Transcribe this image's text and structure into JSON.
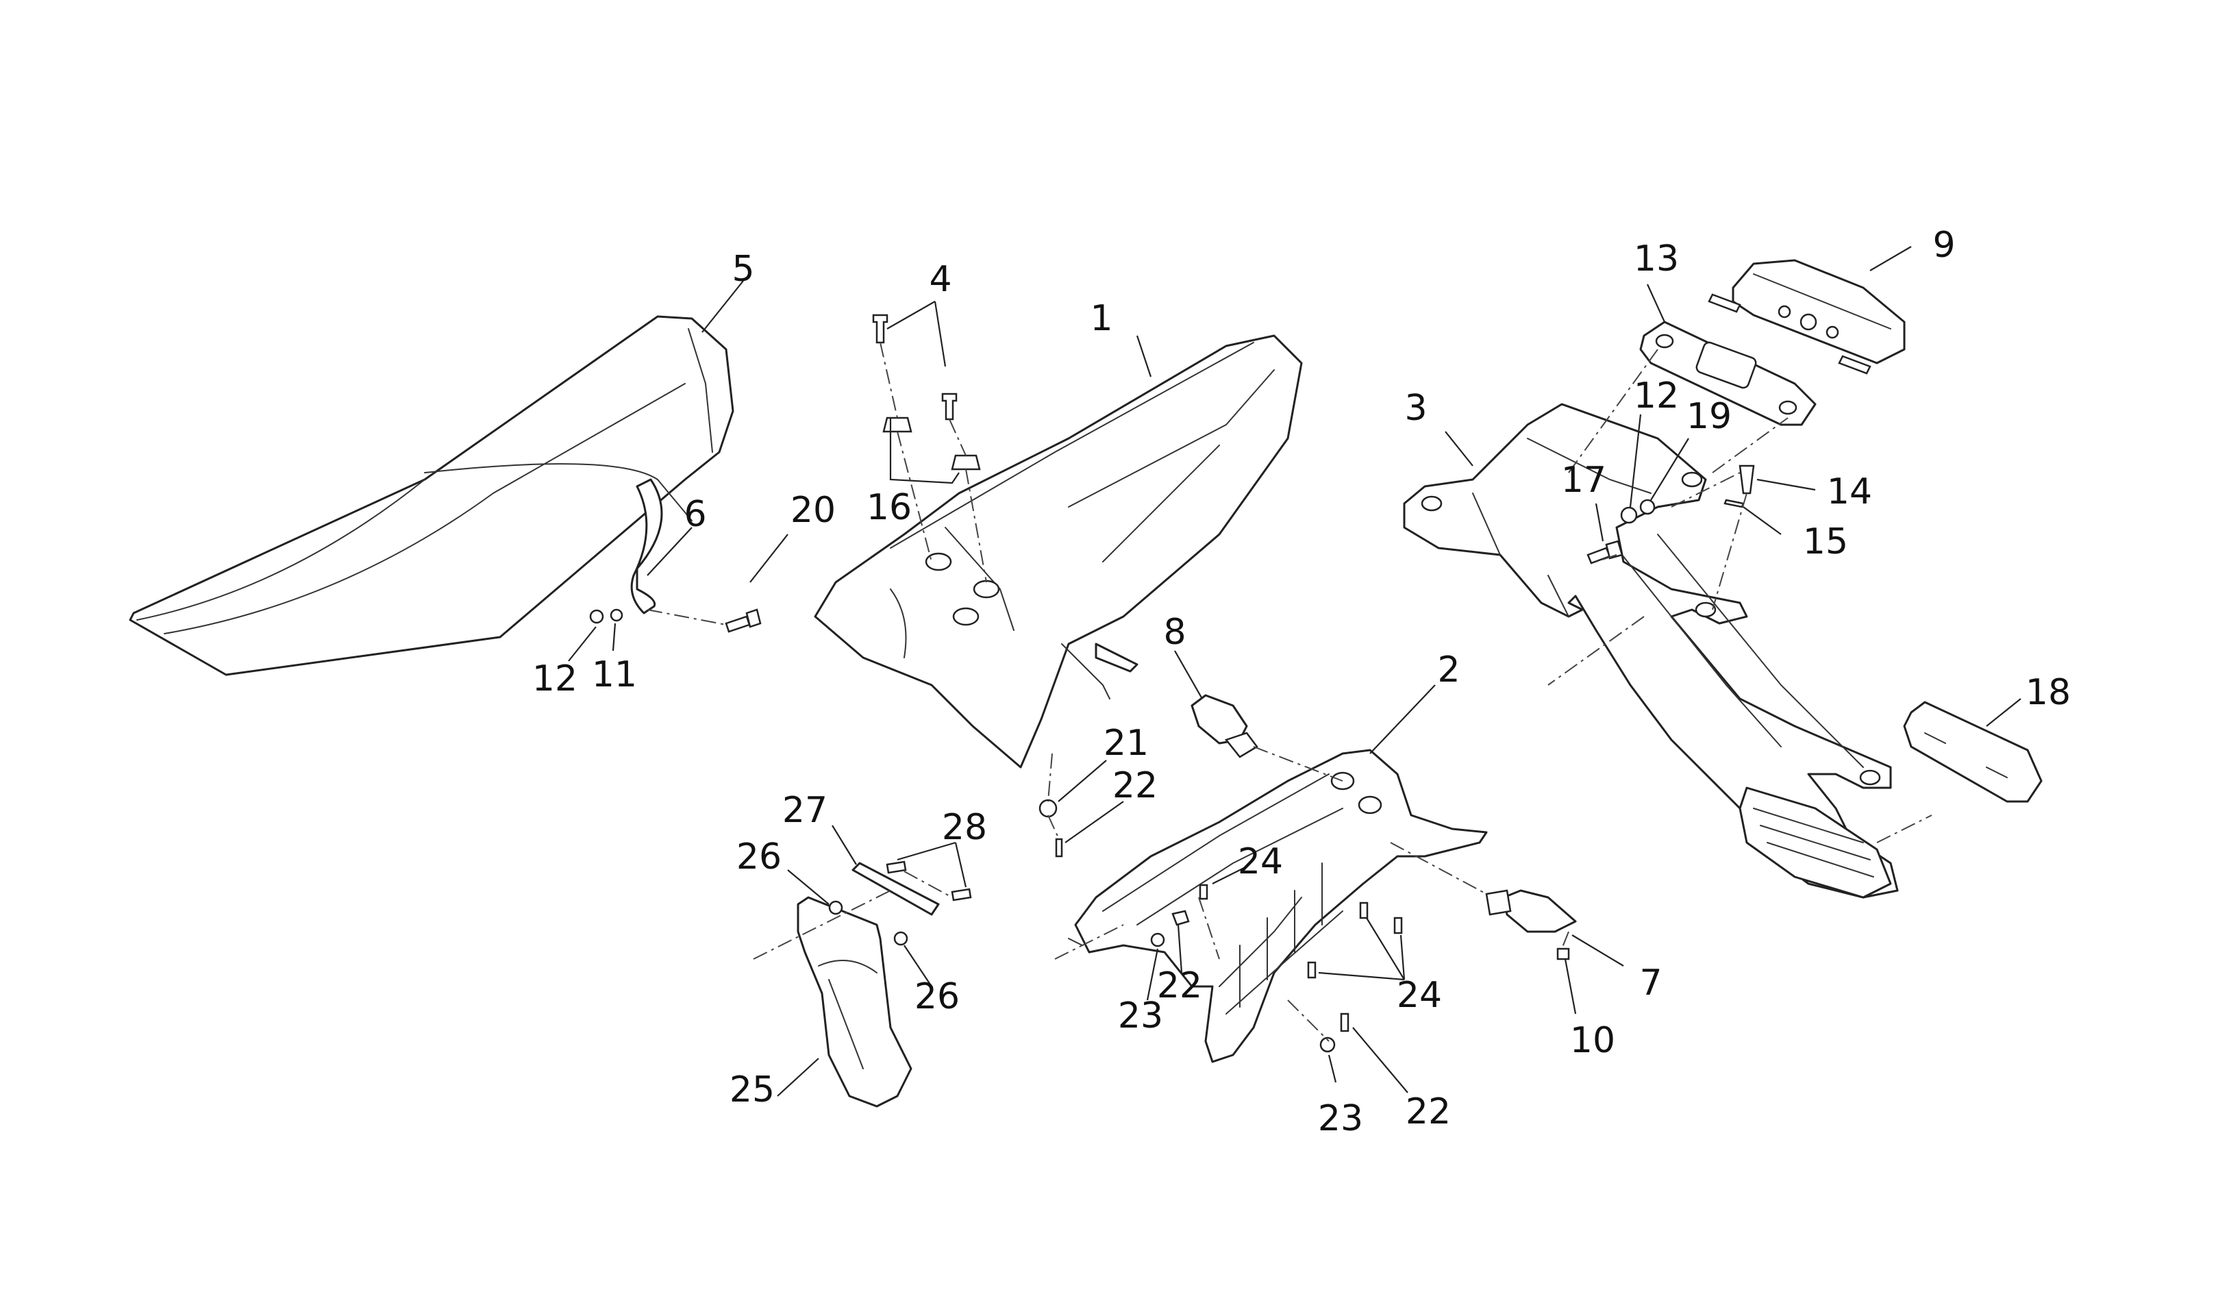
{
  "callouts": [
    {
      "id": "c5",
      "text": "5"
    },
    {
      "id": "c4",
      "text": "4"
    },
    {
      "id": "c1",
      "text": "1"
    },
    {
      "id": "c16",
      "text": "16"
    },
    {
      "id": "c6",
      "text": "6"
    },
    {
      "id": "c20",
      "text": "20"
    },
    {
      "id": "c12a",
      "text": "12"
    },
    {
      "id": "c11",
      "text": "11"
    },
    {
      "id": "c8",
      "text": "8"
    },
    {
      "id": "c21",
      "text": "21"
    },
    {
      "id": "c22a",
      "text": "22"
    },
    {
      "id": "c27",
      "text": "27"
    },
    {
      "id": "c28",
      "text": "28"
    },
    {
      "id": "c26a",
      "text": "26"
    },
    {
      "id": "c26b",
      "text": "26"
    },
    {
      "id": "c25",
      "text": "25"
    },
    {
      "id": "c2",
      "text": "2"
    },
    {
      "id": "c24a",
      "text": "24"
    },
    {
      "id": "c24b",
      "text": "24"
    },
    {
      "id": "c22b",
      "text": "22"
    },
    {
      "id": "c23a",
      "text": "23"
    },
    {
      "id": "c23b",
      "text": "23"
    },
    {
      "id": "c22c",
      "text": "22"
    },
    {
      "id": "c7",
      "text": "7"
    },
    {
      "id": "c10",
      "text": "10"
    },
    {
      "id": "c3",
      "text": "3"
    },
    {
      "id": "c13",
      "text": "13"
    },
    {
      "id": "c9",
      "text": "9"
    },
    {
      "id": "c12b",
      "text": "12"
    },
    {
      "id": "c19",
      "text": "19"
    },
    {
      "id": "c17",
      "text": "17"
    },
    {
      "id": "c14",
      "text": "14"
    },
    {
      "id": "c15",
      "text": "15"
    },
    {
      "id": "c18",
      "text": "18"
    }
  ]
}
